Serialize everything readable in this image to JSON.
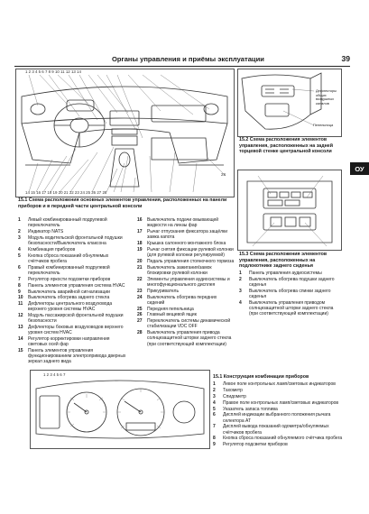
{
  "header": {
    "title": "Органы управления и приёмы эксплуатации",
    "page_number": "39"
  },
  "side_tab": "ОУ",
  "fig_15_1": {
    "caption": "15.1 Схема расположения основных элементов управления, расположенных на панели приборов и в передней части центральной консоли",
    "top_numbers": "1  2 3 4  5  6 7  8 9 10 11 12  13  14",
    "bottom_numbers": "14 15 16 17 18 19  20  21  22 23 24   25   26  27   28",
    "left_num": "28",
    "legend_left": [
      {
        "num": "1",
        "text": "Левый комбинированный подрулевой переключатель"
      },
      {
        "num": "2",
        "text": "Индикатор NATS"
      },
      {
        "num": "3",
        "text": "Модуль водительской фронтальной подушки безопасности/Выключатель клаксона"
      },
      {
        "num": "4",
        "text": "Комбинация приборов"
      },
      {
        "num": "5",
        "text": "Кнопка сброса показаний обнуляемых счётчиков пробега"
      },
      {
        "num": "6",
        "text": "Правый комбинированный подрулевой переключатель"
      },
      {
        "num": "7",
        "text": "Регулятор яркости подсветки приборов"
      },
      {
        "num": "8",
        "text": "Панель элементов управления система HVAC"
      },
      {
        "num": "9",
        "text": "Выключатель аварийной сигнализации"
      },
      {
        "num": "10",
        "text": "Выключатель обогрева заднего стекла"
      },
      {
        "num": "11",
        "text": "Дефлекторы центрального воздуховода верхнего уровня системы HVAC"
      },
      {
        "num": "12",
        "text": "Модуль пассажирской фронтальной подушки безопасности"
      },
      {
        "num": "13",
        "text": "Дефлекторы боковых воздуховодов верхнего уровня систем HVAC"
      },
      {
        "num": "14",
        "text": "Регулятор корректировки направления световых осей фар"
      },
      {
        "num": "15",
        "text": "Панель элементов управления функционированием электропривода дверных зеркал заднего вида"
      }
    ],
    "legend_right": [
      {
        "num": "16",
        "text": "Выключатель подачи омывающей жидкости на линзы фар"
      },
      {
        "num": "17",
        "text": "Рычаг отпускания фиксатора защёлки замка капота"
      },
      {
        "num": "18",
        "text": "Крышка салонного монтажного блока"
      },
      {
        "num": "19",
        "text": "Рычаг снятия фиксации рулевой колонки (для рулевой колонки регулируемой)"
      },
      {
        "num": "20",
        "text": "Педаль управления стояночного тормоза"
      },
      {
        "num": "21",
        "text": "Выключатель зажигания/замок блокировки рулевой колонки"
      },
      {
        "num": "22",
        "text": "Элементы управления аудиосистемы и многофункционального дисплея"
      },
      {
        "num": "23",
        "text": "Прикуриватель"
      },
      {
        "num": "24",
        "text": "Выключатель обогрева передних сидений"
      },
      {
        "num": "25",
        "text": "Передняя пепельница"
      },
      {
        "num": "26",
        "text": "Главный вещевой ящик"
      },
      {
        "num": "27",
        "text": "Переключатель системы динамической стабилизации VDC OFF"
      },
      {
        "num": "28",
        "text": "Выключатель управления привода солнцезащитной шторки заднего стекла (при соответствующей комплектации)"
      }
    ]
  },
  "fig_15_2": {
    "caption": "15.2 Схема расположения элементов управления, расположенных на задней торцевой стенке центральной консоли",
    "labels": [
      "Дефлекторы общих воздушных каналов",
      "Пепельница"
    ]
  },
  "fig_15_3": {
    "caption": "15.3 Схема расположения элементов управления, расположенных на подлокотнике заднего сиденья",
    "legend": [
      {
        "num": "1",
        "text": "Панель управления аудиосистемы"
      },
      {
        "num": "2",
        "text": "Выключатель обогрева подушки заднего сиденья"
      },
      {
        "num": "3",
        "text": "Выключатель обогрева спинки заднего сиденья"
      },
      {
        "num": "4",
        "text": "Выключатель управления приводом солнцезащитной шторки заднего стекла (при соответствующей комплектации)"
      }
    ]
  },
  "fig_15_4": {
    "caption": "15.1 Конструкция комбинации приборов",
    "numbers": "1      2        3          4        5   6    7",
    "legend": [
      {
        "num": "1",
        "text": "Левое поле контрольных ламп/световых индикаторов"
      },
      {
        "num": "2",
        "text": "Тахометр"
      },
      {
        "num": "3",
        "text": "Спидометр"
      },
      {
        "num": "4",
        "text": "Правое поле контрольных ламп/световых индикаторов"
      },
      {
        "num": "5",
        "text": "Указатель запаса топлива"
      },
      {
        "num": "6",
        "text": "Дисплей индикации выбранного положения рычага селектора АТ"
      },
      {
        "num": "7",
        "text": "Дисплей вывода показаний одометра/обнуляемых счётчиков пробега"
      },
      {
        "num": "8",
        "text": "Кнопка сброса показаний обнуляемого счётчика пробега"
      },
      {
        "num": "9",
        "text": "Регулятор подсветки приборов"
      }
    ]
  },
  "colors": {
    "ink": "#1a1a1a",
    "tab_bg": "#1a1a1a"
  }
}
